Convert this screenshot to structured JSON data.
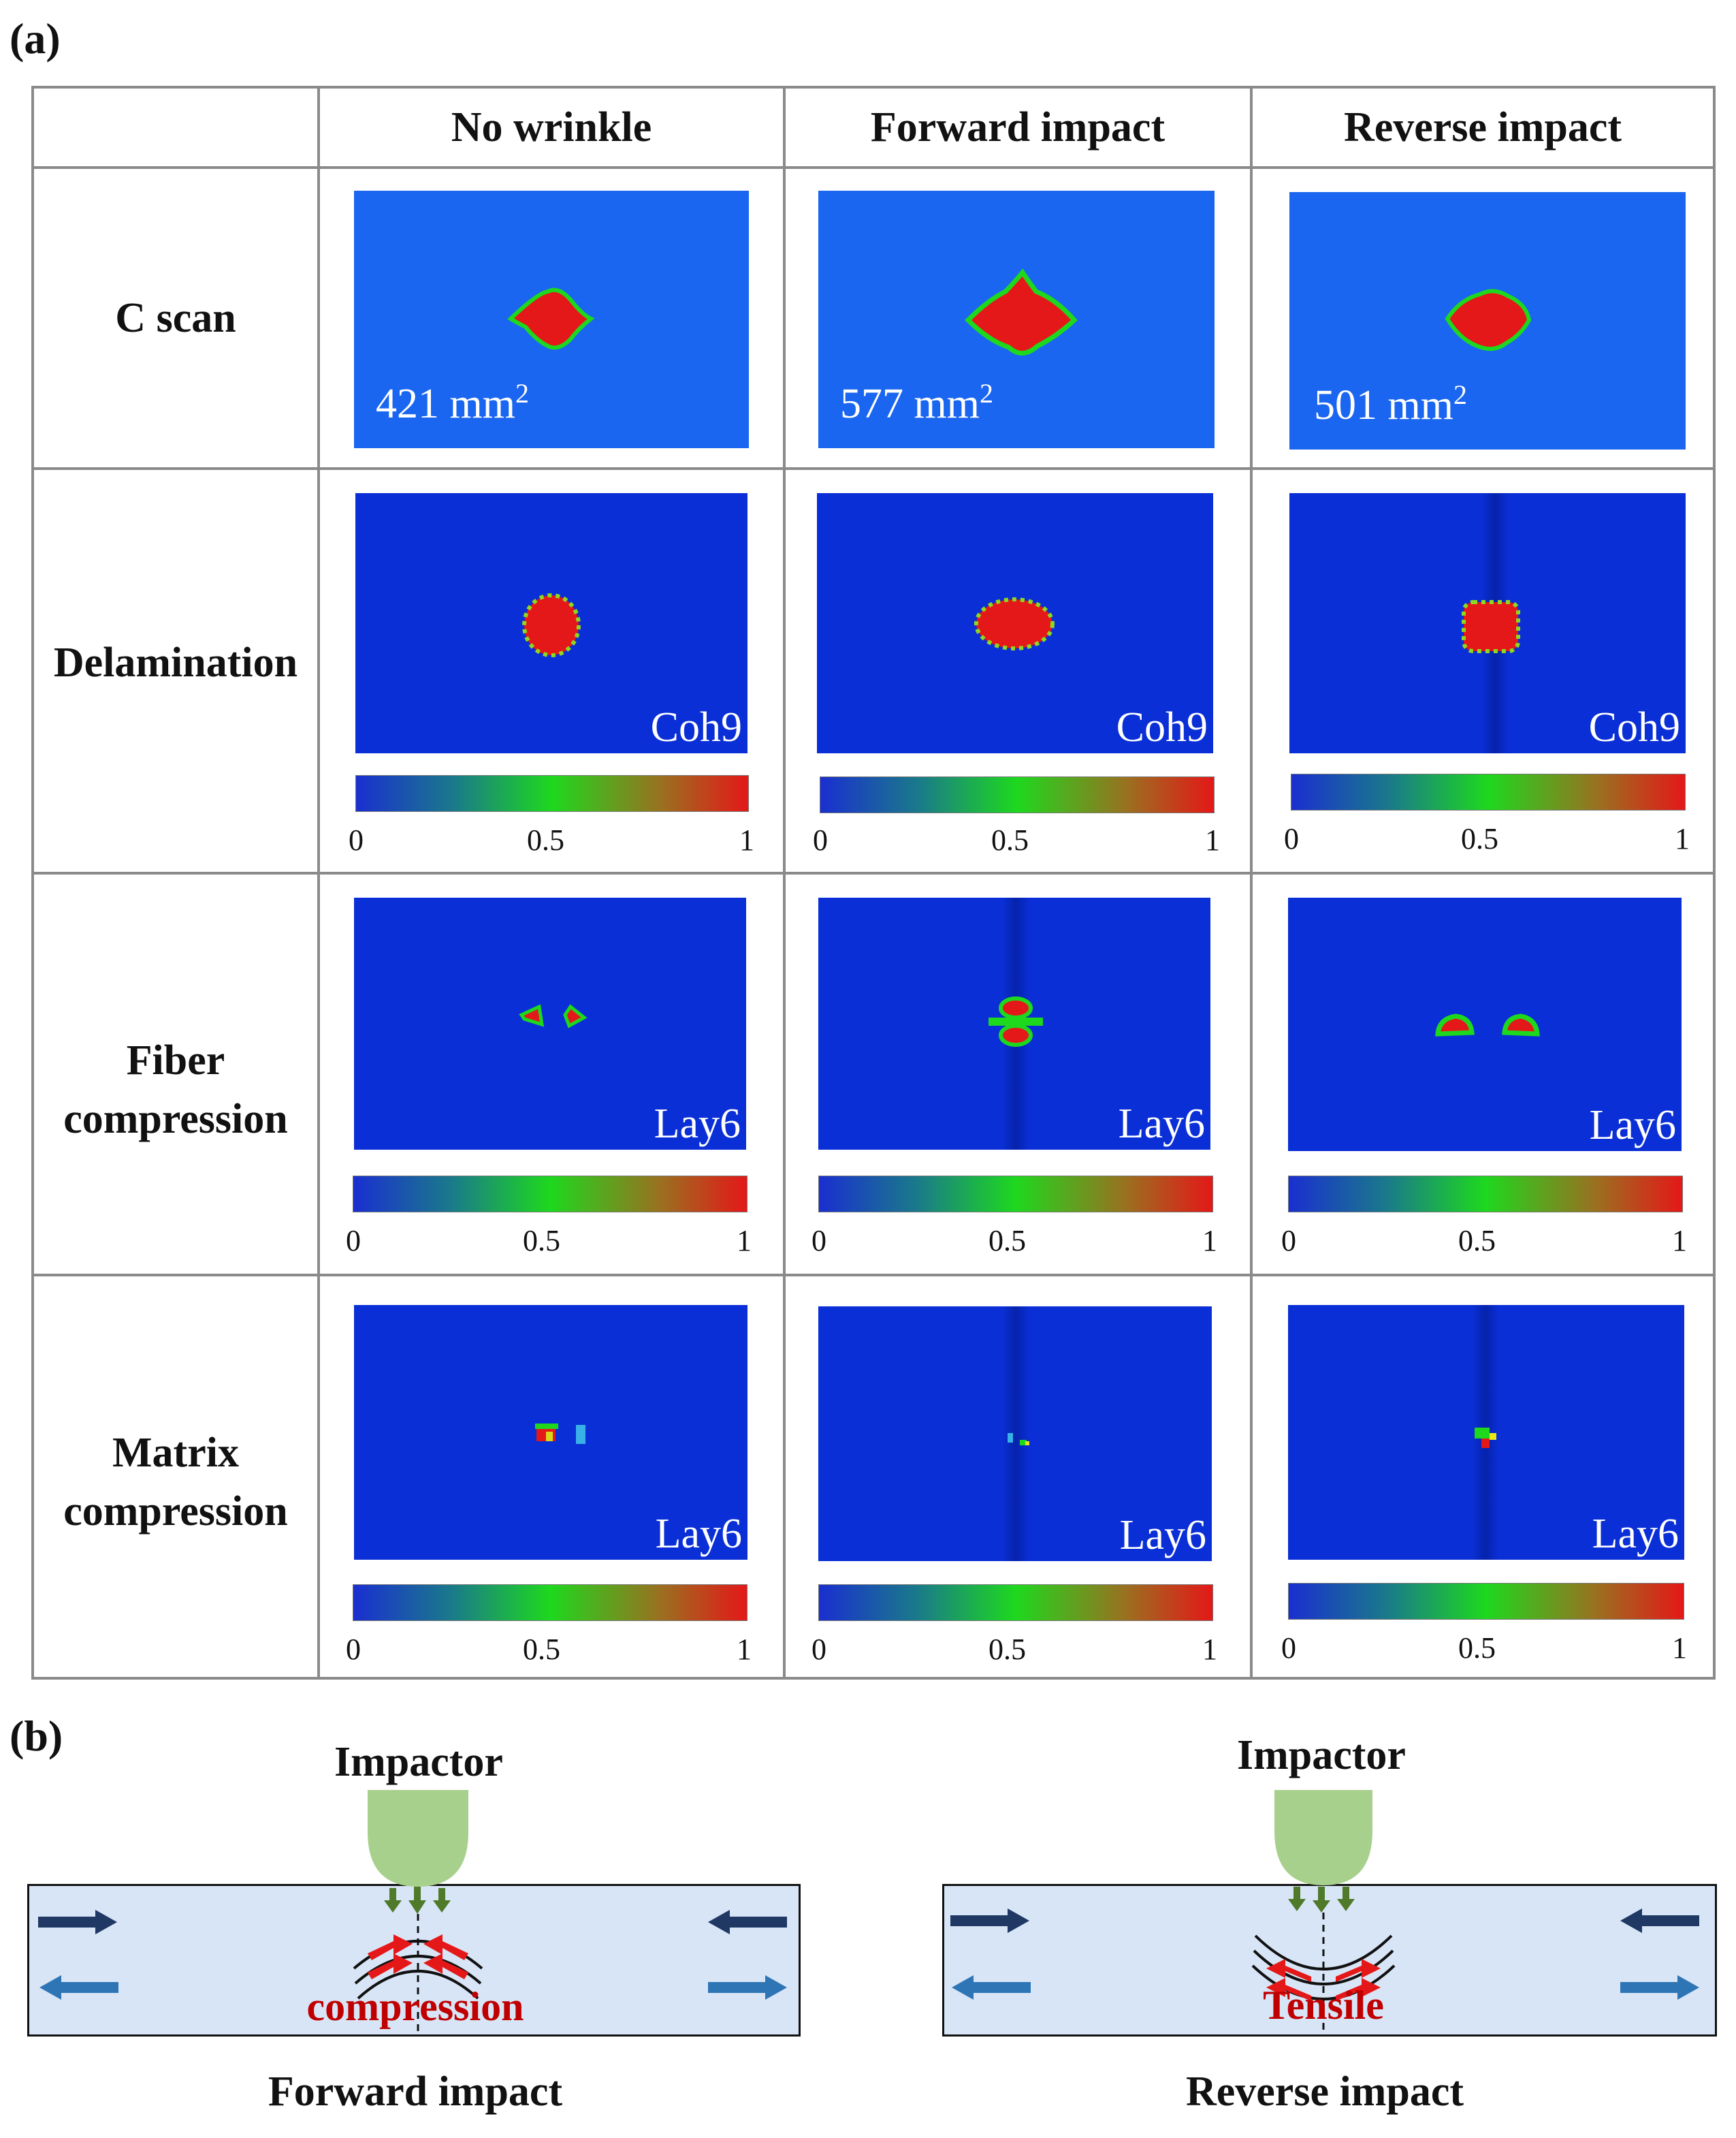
{
  "panel_a": {
    "label": "(a)",
    "columns": [
      "No wrinkle",
      "Forward impact",
      "Reverse impact"
    ],
    "rows": [
      {
        "label_lines": [
          "C scan"
        ]
      },
      {
        "label_lines": [
          "Delamination"
        ]
      },
      {
        "label_lines": [
          "Fiber",
          "compression"
        ]
      },
      {
        "label_lines": [
          "Matrix",
          "compression"
        ]
      }
    ],
    "cscan_areas": [
      {
        "value": "421",
        "unit": "mm",
        "exp": "2"
      },
      {
        "value": "577",
        "unit": "mm",
        "exp": "2"
      },
      {
        "value": "501",
        "unit": "mm",
        "exp": "2"
      }
    ],
    "layer_labels": {
      "delamination": "Coh9",
      "fiber": "Lay6",
      "matrix": "Lay6"
    },
    "colorbar_ticks": [
      "0",
      "0.5",
      "1"
    ],
    "colors": {
      "cscan_bg": "#1a66f0",
      "sim_bg": "#0a2fd6",
      "damage": "#e41818",
      "edge": "#1ed81e"
    }
  },
  "panel_b": {
    "label": "(b)",
    "left": {
      "impactor": "Impactor",
      "stress": "compression",
      "caption": "Forward impact"
    },
    "right": {
      "impactor": "Impactor",
      "stress": "Tensile",
      "caption": "Reverse impact"
    },
    "colors": {
      "plate": "#d8e5f6",
      "impactor": "#a8d08d",
      "arrow_green": "#4e7a2a",
      "arrow_dark": "#1f3864",
      "arrow_light": "#2e75b6",
      "stress_red": "#c00000"
    }
  }
}
